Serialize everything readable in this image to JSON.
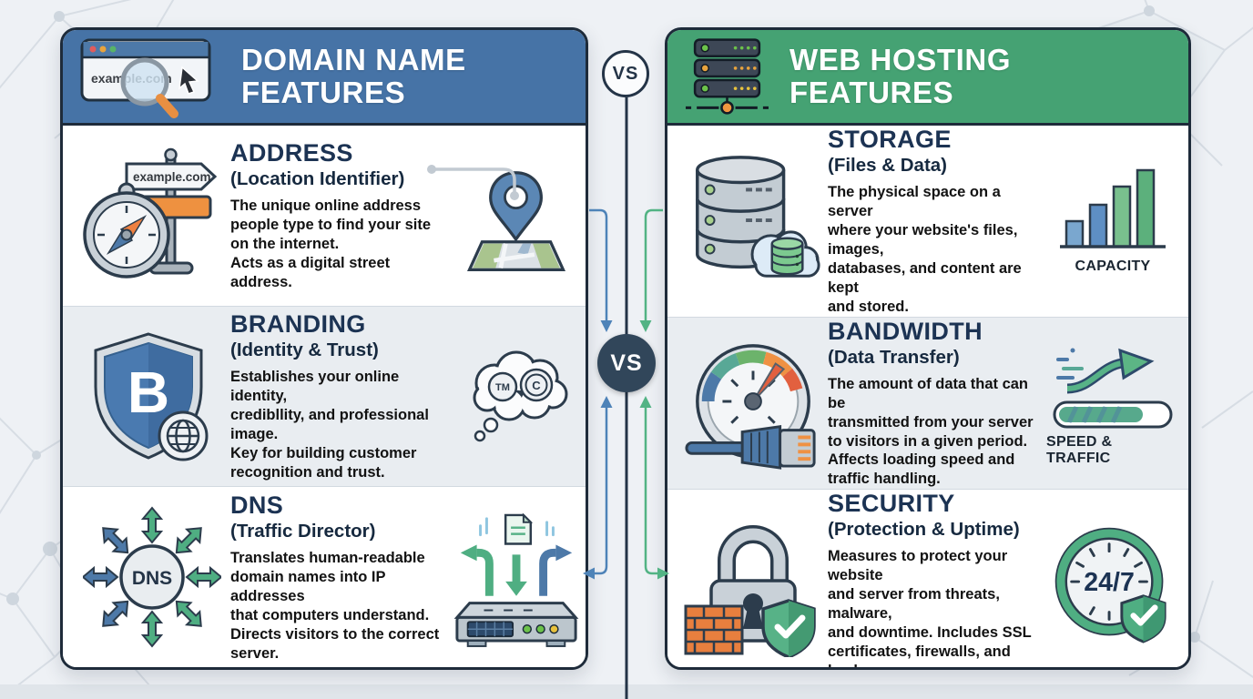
{
  "center": {
    "vs_top_label": "VS",
    "vs_mid_label": "VS"
  },
  "colors": {
    "domain_blue": "#4673a6",
    "hosting_green": "#45a273",
    "arrow_blue": "#4e83b8",
    "arrow_green": "#52b384",
    "navy": "#1c3353"
  },
  "left_card": {
    "title": "DOMAIN NAME\nFEATURES",
    "header_icon_text": "example.com",
    "rows": [
      {
        "heading": "ADDRESS",
        "subheading": "(Location Identifier)",
        "body": "The unique online address\npeople type to find your site\non the internet.\nActs as a digital street address.",
        "icon_left_text": "example.com"
      },
      {
        "heading": "BRANDING",
        "subheading": "(Identity & Trust)",
        "body": "Establishes your online identity,\ncredibllity, and professional image.\nKey for building customer\nrecognition and trust.",
        "icon_left_text": "B",
        "icon_right_tm": "TM",
        "icon_right_c": "C"
      },
      {
        "heading": "DNS",
        "subheading": "(Traffic Director)",
        "body": "Translates human-readable\ndomain names into IP addresses\nthat computers understand.\nDirects visitors to the correct\nserver.",
        "icon_left_text": "DNS"
      }
    ]
  },
  "right_card": {
    "title": "WEB HOSTING\nFEATURES",
    "rows": [
      {
        "heading": "STORAGE",
        "subheading": "(Files & Data)",
        "body": "The physical space on a server\nwhere your website's files, images,\ndatabases, and content are kept\nand stored.",
        "icon_caption": "CAPACITY"
      },
      {
        "heading": "BANDWIDTH",
        "subheading": "(Data Transfer)",
        "body": "The amount of data that can be\ntransmitted from your server\nto visitors in a given period.\nAffects loading speed and\ntraffic handling.",
        "icon_caption": "SPEED & TRAFFIC"
      },
      {
        "heading": "SECURITY",
        "subheading": "(Protection & Uptime)",
        "body": "Measures to protect your website\nand server from threats, malware,\nand downtime. Includes SSL\ncertificates, firewalls, and backups.",
        "icon_text": "24/7"
      }
    ]
  }
}
